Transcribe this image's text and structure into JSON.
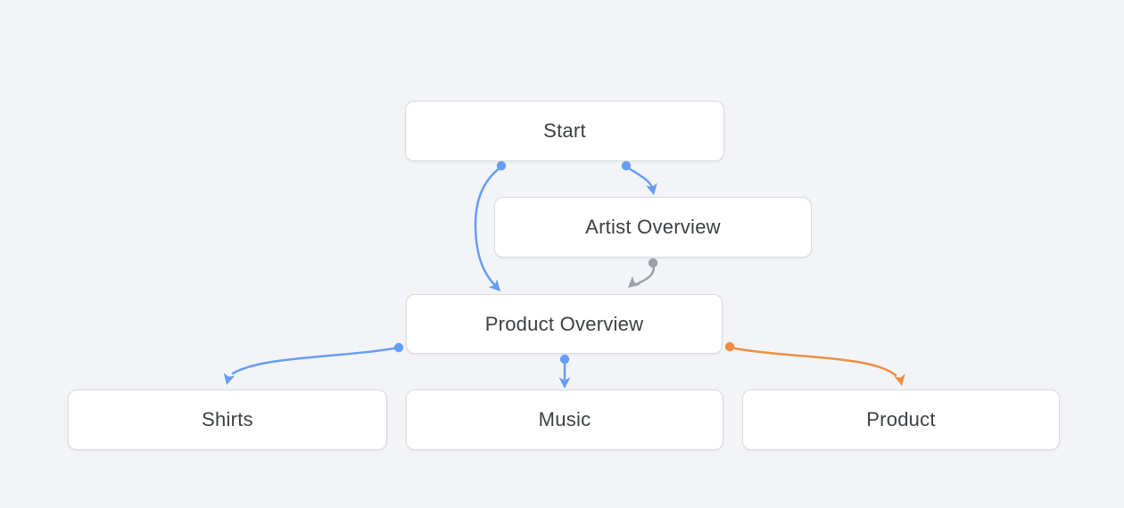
{
  "diagram": {
    "nodes": [
      {
        "id": "start",
        "label": "Start"
      },
      {
        "id": "artist-overview",
        "label": "Artist Overview"
      },
      {
        "id": "product-overview",
        "label": "Product Overview"
      },
      {
        "id": "shirts",
        "label": "Shirts"
      },
      {
        "id": "music",
        "label": "Music"
      },
      {
        "id": "product",
        "label": "Product"
      }
    ],
    "edges": [
      {
        "from": "Start",
        "to": "Product Overview",
        "color": "#669df6"
      },
      {
        "from": "Start",
        "to": "Artist Overview",
        "color": "#669df6"
      },
      {
        "from": "Artist Overview",
        "to": "Product Overview",
        "color": "#9aa0a6"
      },
      {
        "from": "Product Overview",
        "to": "Shirts",
        "color": "#669df6"
      },
      {
        "from": "Product Overview",
        "to": "Music",
        "color": "#669df6"
      },
      {
        "from": "Product Overview",
        "to": "Product",
        "color": "#ee8f41"
      }
    ]
  },
  "colors": {
    "canvas_background": "#f2f4f8",
    "node_background": "#ffffff",
    "node_border": "#dadce0",
    "node_text": "#3c4043",
    "edge_blue": "#669df6",
    "edge_gray": "#9aa0a6",
    "edge_orange": "#ee8f41"
  }
}
